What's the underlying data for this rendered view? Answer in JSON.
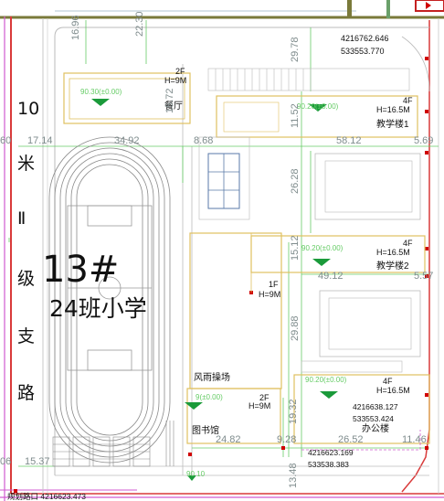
{
  "school": {
    "code": "13#",
    "name": "24班小学"
  },
  "road": {
    "chars": [
      "10",
      "米",
      "Ⅱ",
      "级",
      "支",
      "路"
    ]
  },
  "buildings": {
    "canteen": {
      "floors": "2F",
      "height": "H=9M",
      "name": "餐厅",
      "elev": "90.30(±0.00)"
    },
    "teaching1": {
      "floors": "4F",
      "height": "H=16.5M",
      "name": "教学楼1",
      "elev": "90.20(±0.00)"
    },
    "teaching2": {
      "floors": "4F",
      "height": "H=16.5M",
      "name": "教学楼2",
      "elev": "90.20(±0.00)"
    },
    "covered_court": {
      "floors": "1F",
      "height": "H=9M",
      "name": "风雨操场"
    },
    "library": {
      "floors": "2F",
      "height": "H=9M",
      "name": "图书馆",
      "elev": "9(±0.00)"
    },
    "office": {
      "floors": "4F",
      "height": "H=16.5M",
      "name": "办公楼",
      "elev": "90.20(±0.00)"
    }
  },
  "coords": {
    "top_right": [
      "4216762.646",
      "533553.770"
    ],
    "office": [
      "4216638.127",
      "533553.424"
    ],
    "bottom": [
      "4216623.169",
      "533538.383"
    ],
    "bottom_left": "规划路口 4216623.473",
    "elev_bottom": "90.10"
  },
  "dims": {
    "d16_96": "16.96",
    "d22_30": "22.30",
    "d29_78": "29.78",
    "d15_72": "15.72",
    "d11_52": "11.52",
    "d17_14": "17.14",
    "d34_92": "34.92",
    "d8_68": "8.68",
    "d58_12": "58.12",
    "d5_69": "5.69",
    "d26_28": "26.28",
    "d15_12": "15.12",
    "d49_12": "49.12",
    "d5_57": "5.57",
    "d29_88": "29.88",
    "d19_32": "19.32",
    "d24_82": "24.82",
    "d9_28": "9.28",
    "d26_52": "26.52",
    "d11_46": "11.46",
    "d13_48": "13.48",
    "d15_37": "15.37",
    "d60": "60",
    "d06": "06"
  }
}
